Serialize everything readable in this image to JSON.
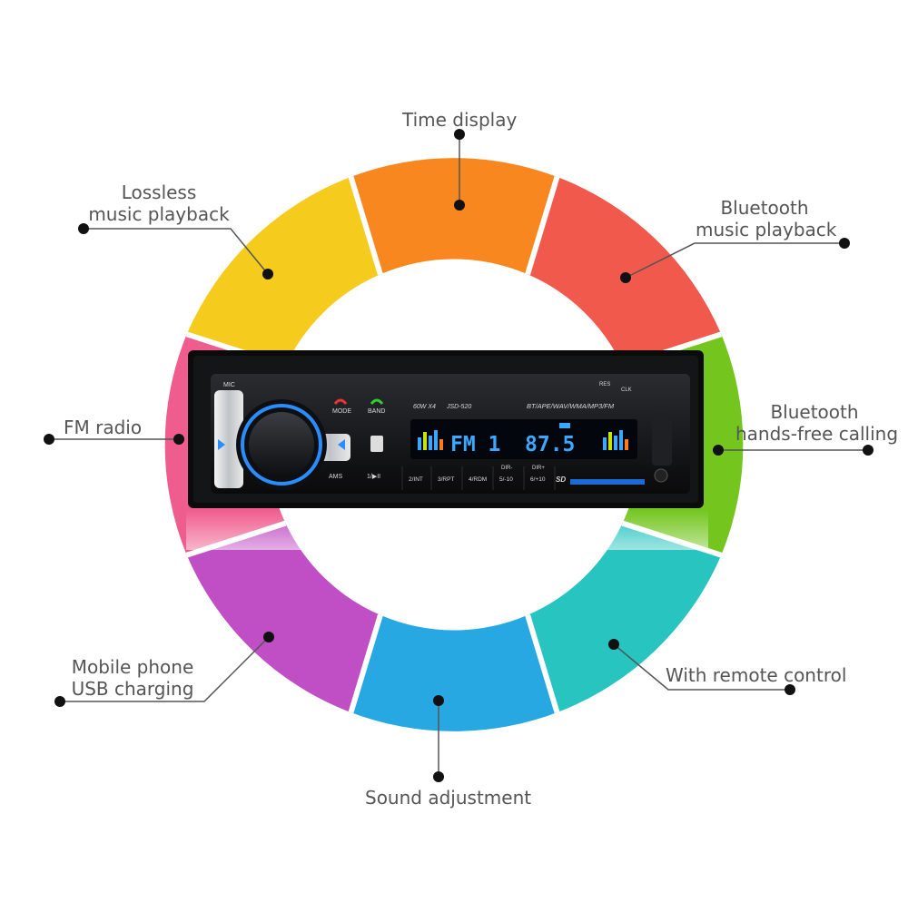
{
  "features": {
    "time_display": "Time display",
    "lossless": {
      "line1": "Lossless",
      "line2": "music playback"
    },
    "bt_music": {
      "line1": "Bluetooth",
      "line2": "music playback"
    },
    "fm_radio": "FM radio",
    "bt_calling": {
      "line1": "Bluetooth",
      "line2": "hands-free calling"
    },
    "usb_charging": {
      "line1": "Mobile phone",
      "line2": "USB charging"
    },
    "remote_control": "With remote control",
    "sound_adjustment": "Sound adjustment"
  },
  "device": {
    "mic": "MIC",
    "mode": "MODE",
    "band": "BAND",
    "ams": "AMS",
    "key_1": "1/▶II",
    "key_2": "2/INT",
    "key_3": "3/RPT",
    "key_4": "4/RDM",
    "key_5": "5/-10",
    "key_6": "6/+10",
    "dir_minus": "DIR-",
    "dir_plus": "DIR+",
    "power": "60W X4",
    "model": "JSD-520",
    "formats": "BT/APE/WAV/WMA/MP3/FM",
    "res": "RES",
    "clk": "CLK",
    "sd": "SD",
    "display_band": "FM 1",
    "display_freq": "87.5"
  },
  "colors": {
    "yellow": "#f5cc1e",
    "orange": "#f7871e",
    "red": "#f0594c",
    "green": "#74c61f",
    "teal": "#27c4c0",
    "blue": "#27a8e3",
    "purple": "#c04ec4",
    "pink": "#ef5d8e",
    "display": "#3aa8ff"
  }
}
